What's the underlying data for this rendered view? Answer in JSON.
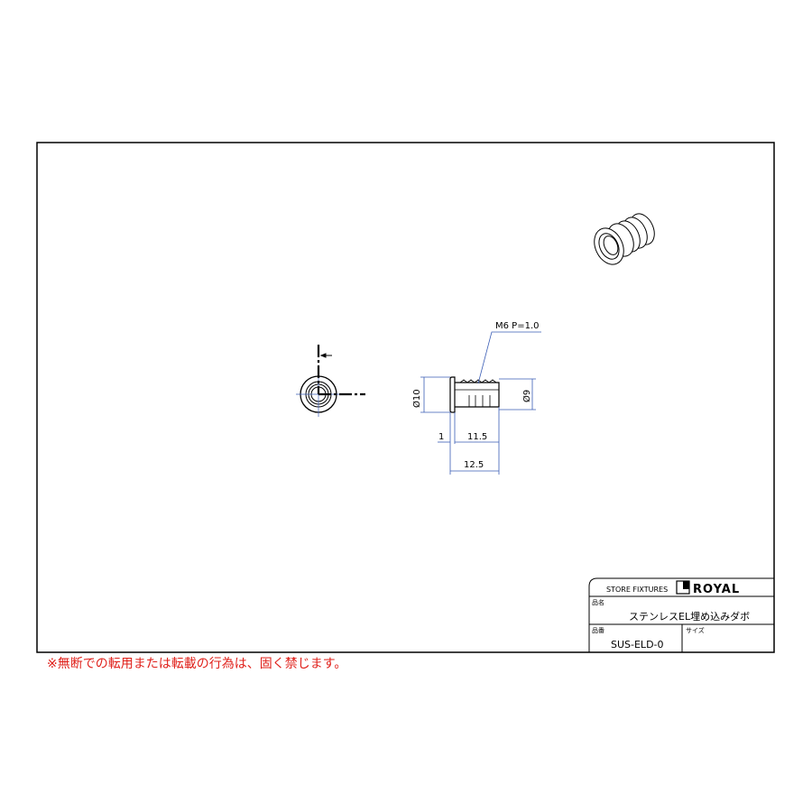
{
  "drawing": {
    "thread_callout": "M6 P=1.0",
    "dim_diameter_flange": "Ø10",
    "dim_diameter_body": "Ø9",
    "dim_flange_thickness": "1",
    "dim_body_length": "11.5",
    "dim_total_length": "12.5"
  },
  "title_block": {
    "company": "STORE FIXTURES",
    "brand": "ROYAL",
    "name_label": "品名",
    "name_value": "ステンレスEL埋め込みダボ",
    "part_no_label": "品番",
    "part_no_value": "SUS-ELD-0",
    "size_label": "サイズ",
    "size_value": ""
  },
  "notice": "※無断での転用または転載の行為は、固く禁じます。",
  "colors": {
    "dimension": "#3a5db5",
    "notice": "#e0201a",
    "line": "#000000"
  }
}
